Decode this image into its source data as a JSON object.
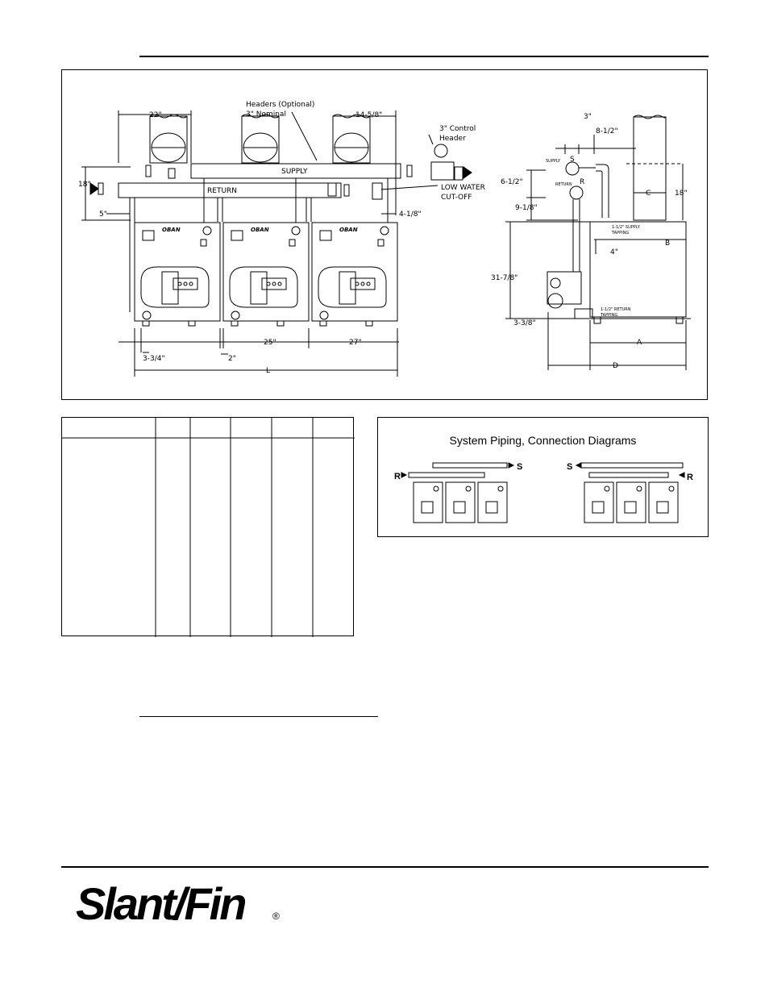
{
  "front_view": {
    "label_headers": "Headers (Optional)",
    "label_nominal": "3\" Nominal",
    "label_supply": "SUPPLY",
    "label_return": "RETURN",
    "label_control_header_1": "3\" Control",
    "label_control_header_2": "Header",
    "label_low_water_1": "LOW WATER",
    "label_low_water_2": "CUT-OFF",
    "dim_22": "22\"",
    "dim_14_5_8": "14-5/8\"",
    "dim_18": "18\"",
    "dim_5": "5\"",
    "dim_4_1_8": "4-1/8\"",
    "dim_3_3_4": "3-3/4\"",
    "dim_2": "2\"",
    "dim_25": "25\"",
    "dim_27": "27\"",
    "dim_L": "L",
    "brand": "OBAN"
  },
  "side_view": {
    "dim_3": "3\"",
    "dim_8_1_2": "8-1/2\"",
    "label_S": "S",
    "label_R": "R",
    "label_supply": "SUPPLY",
    "label_return": "RETURN",
    "dim_6_1_2": "6-1/2\"",
    "dim_9_1_8": "9-1/8\"",
    "dim_C": "C",
    "dim_18": "18\"",
    "label_supply_tapping_1": "1-1/2\" SUPPLY",
    "label_supply_tapping_2": "TAPPING",
    "dim_B": "B",
    "dim_4": "4\"",
    "dim_31_7_8": "31-7/8\"",
    "label_return_tapping_1": "1-1/2\" RETURN",
    "label_return_tapping_2": "TAPPING",
    "dim_3_3_8": "3-3/8\"",
    "dim_A": "A",
    "dim_D": "D"
  },
  "piping": {
    "title": "System Piping, Connection Diagrams",
    "left_R": "R",
    "left_S": "S",
    "right_S": "S",
    "right_R": "R"
  },
  "logo": {
    "text": "Slant/Fin",
    "registered": "®"
  }
}
